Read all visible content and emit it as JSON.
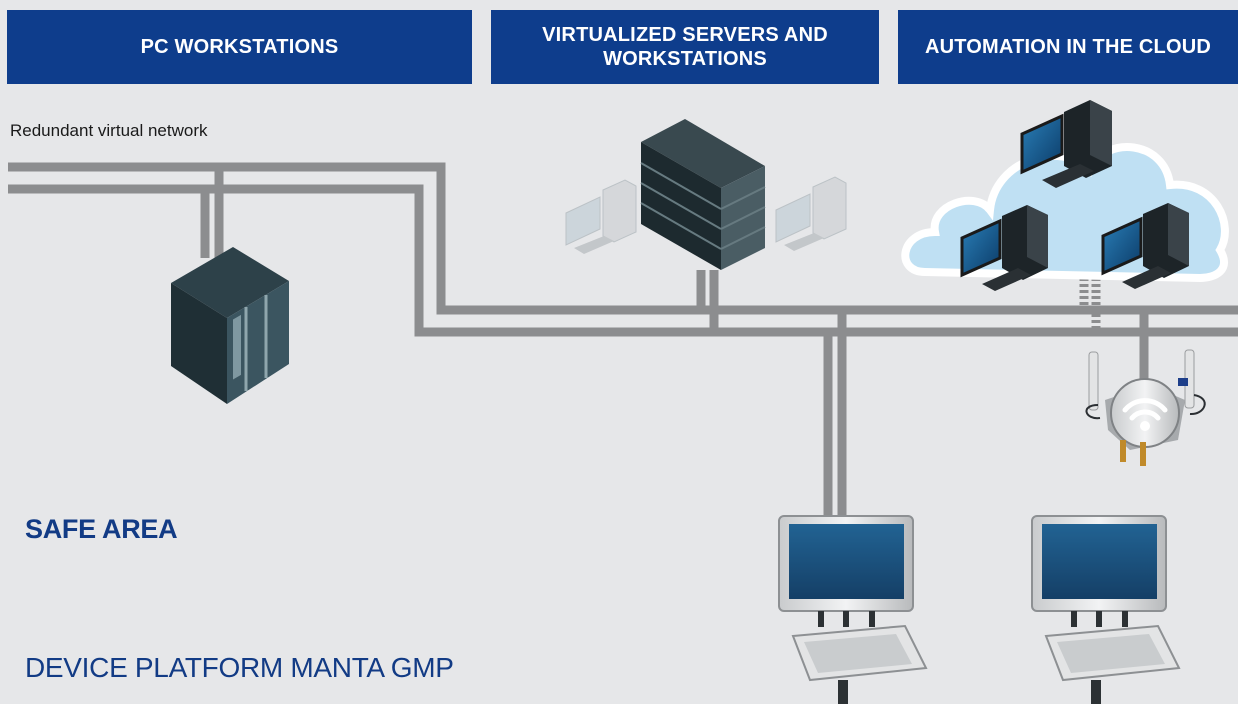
{
  "headers": {
    "pc_workstations": "PC WORKSTATIONS",
    "virtualized": "VIRTUALIZED SERVERS AND WORKSTATIONS",
    "cloud": "AUTOMATION IN THE CLOUD"
  },
  "network_label": "Redundant virtual network",
  "safe_area_label": "SAFE AREA",
  "platform_label": "DEVICE PLATFORM MANTA  GMP",
  "colors": {
    "header_bg": "#0e3d8c",
    "label_blue": "#123b85",
    "background": "#e6e7e9",
    "network_line": "#8c8d8f",
    "cloud": "#bfe0f3"
  },
  "icons": [
    "server-cabinet-icon",
    "server-rack-icon",
    "desktop-pc-icon",
    "cloud-icon",
    "wireless-gateway-icon",
    "panel-pc-icon",
    "keyboard-icon"
  ]
}
